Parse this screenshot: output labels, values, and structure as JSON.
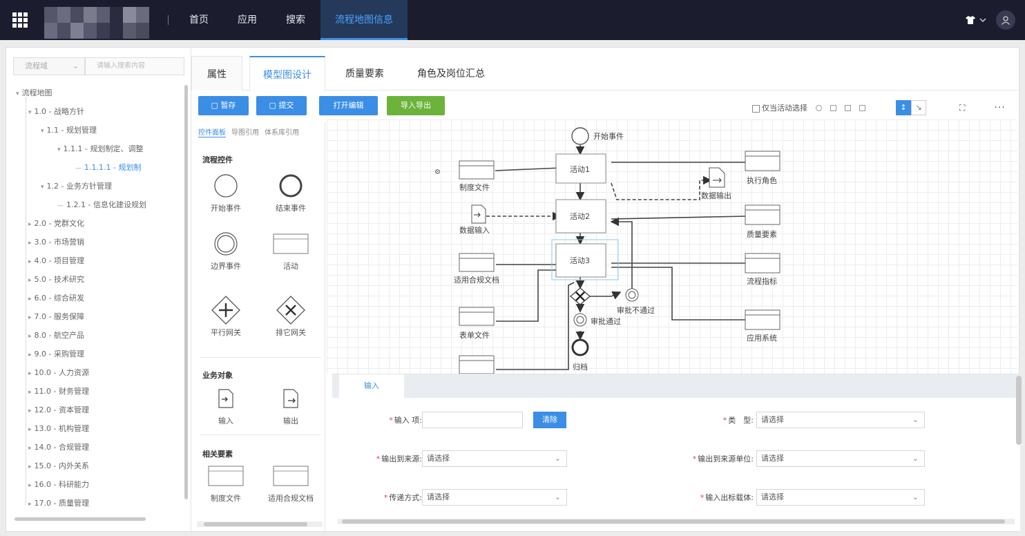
{
  "topbar": {
    "nav": [
      "首页",
      "应用",
      "搜索",
      "流程地图信息"
    ],
    "active_nav": "流程地图信息"
  },
  "filter": {
    "select_value": "流程域",
    "search_placeholder": "请输入搜索内容"
  },
  "tree": {
    "root": "流程地图",
    "items": [
      {
        "label": "1.0 - 战略方针",
        "level": 1,
        "toggle": "▾"
      },
      {
        "label": "1.1 - 规划管理",
        "level": 2,
        "toggle": "▾"
      },
      {
        "label": "1.1.1 - 规划制定、调整",
        "level": 3,
        "toggle": "▾"
      },
      {
        "label": "1.1.1.1 - 规划制",
        "level": 4,
        "toggle": "",
        "selected": true
      },
      {
        "label": "1.2 - 业务方针管理",
        "level": 2,
        "toggle": "▾"
      },
      {
        "label": "1.2.1 - 信息化建设规划",
        "level": 3,
        "toggle": ""
      },
      {
        "label": "2.0 - 党群文化",
        "level": 1,
        "toggle": "▸"
      },
      {
        "label": "3.0 - 市场营销",
        "level": 1,
        "toggle": "▸"
      },
      {
        "label": "4.0 - 项目管理",
        "level": 1,
        "toggle": "▸"
      },
      {
        "label": "5.0 - 技术研究",
        "level": 1,
        "toggle": "▸"
      },
      {
        "label": "6.0 - 综合研发",
        "level": 1,
        "toggle": "▸"
      },
      {
        "label": "7.0 - 服务保障",
        "level": 1,
        "toggle": "▸"
      },
      {
        "label": "8.0 - 航空产品",
        "level": 1,
        "toggle": "▸"
      },
      {
        "label": "9.0 - 采购管理",
        "level": 1,
        "toggle": "▸"
      },
      {
        "label": "10.0 - 人力资源",
        "level": 1,
        "toggle": "▸"
      },
      {
        "label": "11.0 - 财务管理",
        "level": 1,
        "toggle": "▸"
      },
      {
        "label": "12.0 - 资本管理",
        "level": 1,
        "toggle": "▸"
      },
      {
        "label": "13.0 - 机构管理",
        "level": 1,
        "toggle": "▸"
      },
      {
        "label": "14.0 - 合规管理",
        "level": 1,
        "toggle": "▸"
      },
      {
        "label": "15.0 - 内外关系",
        "level": 1,
        "toggle": "▸"
      },
      {
        "label": "16.0 - 科研能力",
        "level": 1,
        "toggle": "▸"
      },
      {
        "label": "17.0 - 质量管理",
        "level": 1,
        "toggle": "▸"
      }
    ]
  },
  "tabs": [
    "属性",
    "模型图设计",
    "质量要素",
    "角色及岗位汇总"
  ],
  "active_tab": "模型图设计",
  "toolbar": {
    "save": "暂存",
    "submit": "提交",
    "open_tool": "打开编辑",
    "import": "导入导出",
    "checkbox_label": "仅当活动选择"
  },
  "palette": {
    "tabs": [
      "控件面板",
      "导图引用",
      "体系库引用"
    ],
    "section_process": "流程控件",
    "section_business": "业务对象",
    "section_related": "相关要素",
    "items": {
      "start_event": "开始事件",
      "end_event": "结束事件",
      "boundary_event": "边界事件",
      "activity": "活动",
      "parallel_gateway": "平行网关",
      "exclusive_gateway": "排它网关",
      "input": "输入",
      "output": "输出",
      "system_doc": "制度文件",
      "contract_doc": "适用合规文档"
    }
  },
  "diagram": {
    "start": "开始事件",
    "activities": [
      "活动1",
      "活动2",
      "活动3"
    ],
    "left_docs": [
      "制度文件",
      "数据输入",
      "适用合规文档",
      "表单文件"
    ],
    "right_docs": [
      "执行角色",
      "质量要素",
      "流程指标",
      "应用系统"
    ],
    "data_output": "数据输出",
    "review_fail": "审批不通过",
    "review_pass": "审批通过",
    "end": "归档"
  },
  "props": {
    "tab": "输入",
    "fields": {
      "input_name_label": "输入 项:",
      "input_name_value": "",
      "clear_btn": "清除",
      "type_label": "类　型:",
      "type_value": "请选择",
      "source_label": "输出到来源:",
      "source_value": "请选择",
      "source_org_label": "输出到来源单位:",
      "source_org_value": "请选择",
      "transfer_label": "传递方式:",
      "transfer_value": "请选择",
      "carrier_label": "输入出标载体:",
      "carrier_value": "请选择"
    }
  },
  "colors": {
    "topbar": "#1b1c2e",
    "accent": "#3a8ee6",
    "green": "#6bb33a"
  }
}
